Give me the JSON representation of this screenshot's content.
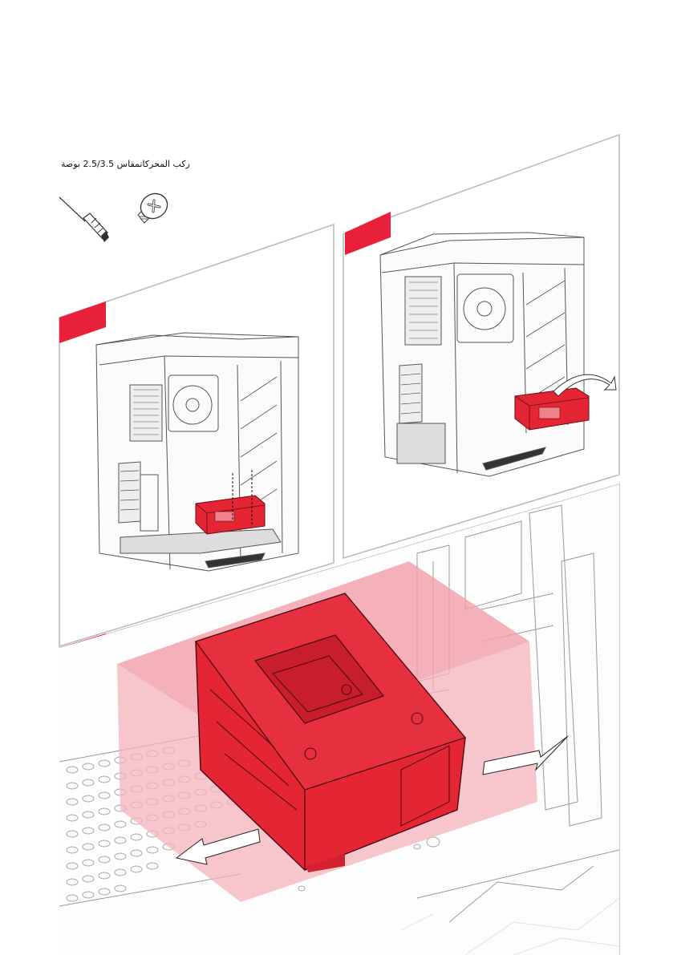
{
  "section": {
    "title": "ركب المحركاتمقاس 2.5/3.5 بوصة"
  },
  "tools": [
    "screwdriver-icon",
    "screw-icon"
  ],
  "steps": [
    {
      "id": "step-1",
      "badge": "",
      "action": "remove-screws"
    },
    {
      "id": "step-2",
      "badge": "",
      "action": "rotate-out-drive-cage"
    },
    {
      "id": "step-3",
      "badge": "",
      "action": "slide-drive-cage"
    }
  ],
  "colors": {
    "accent": "#e8203a",
    "cage": "#e32534",
    "cage_ghost": "#f4b3bb",
    "line_art": "#555555",
    "panel_border": "#b8b8b8"
  }
}
